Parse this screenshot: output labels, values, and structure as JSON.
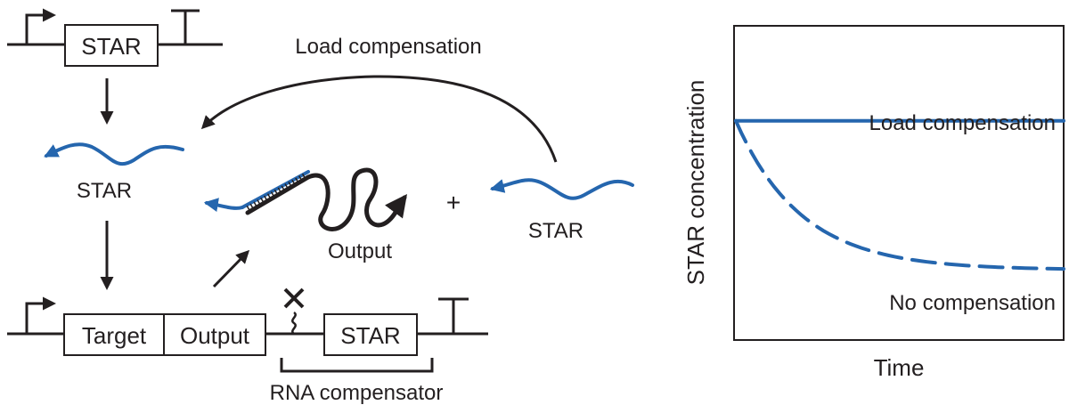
{
  "diagram": {
    "top_gene_label": "STAR",
    "star_label_left": "STAR",
    "star_label_right": "STAR",
    "output_label": "Output",
    "plus_sign": "+",
    "load_compensation_label": "Load compensation",
    "target_box_label": "Target",
    "output_box_label": "Output",
    "compensator_star_label": "STAR",
    "rna_compensator_label": "RNA compensator"
  },
  "chart_data": {
    "type": "line",
    "xlabel": "Time",
    "ylabel": "STAR concentration",
    "series": [
      {
        "name": "Load compensation",
        "style": "solid",
        "color": "#2566ae",
        "shape": "constant",
        "level": 0.7
      },
      {
        "name": "No compensation",
        "style": "dashed",
        "color": "#2566ae",
        "shape": "exponential decay",
        "start": 0.7,
        "end": 0.22
      }
    ],
    "ticks": "none",
    "grid": false
  }
}
